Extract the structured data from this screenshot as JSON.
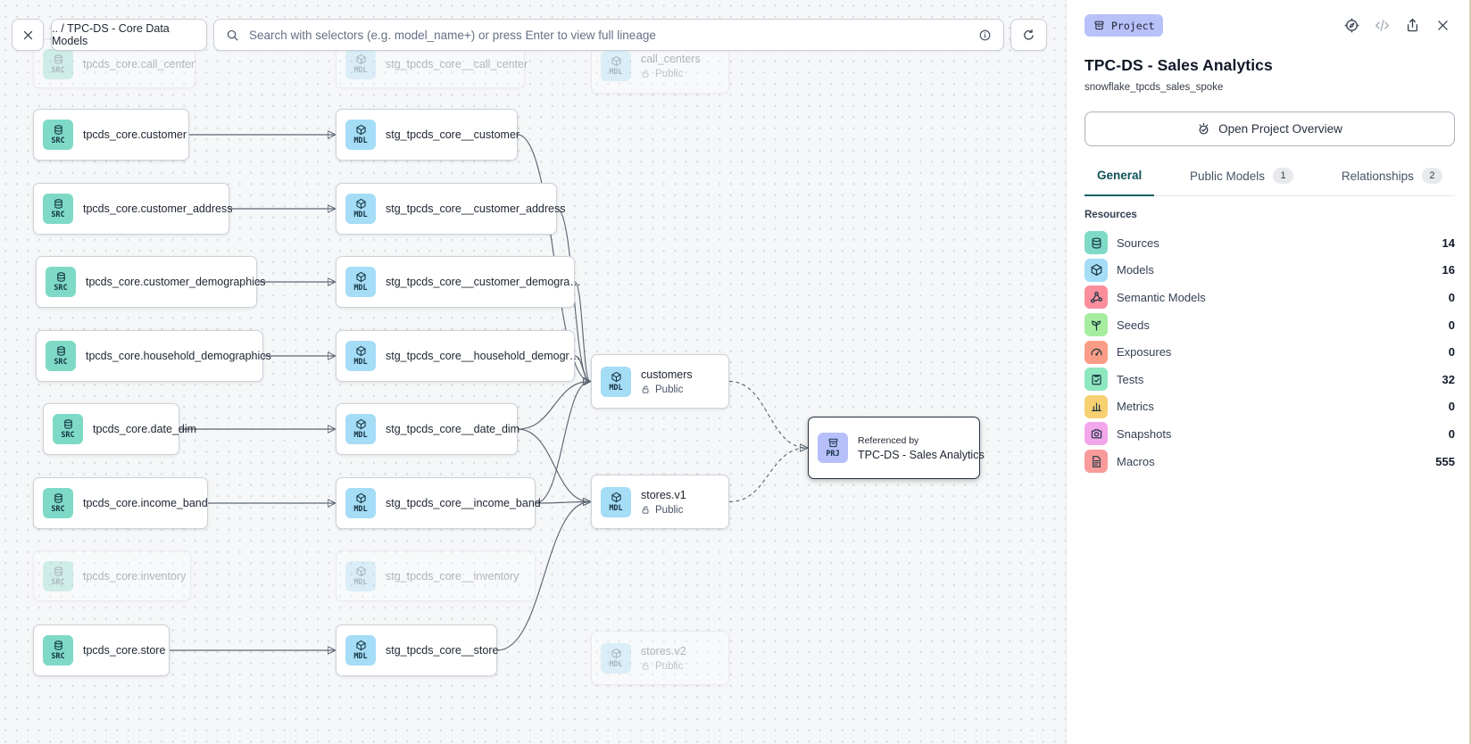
{
  "toolbar": {
    "close_icon": "close-icon",
    "breadcrumb": ".. / TPC-DS - Core Data Models",
    "search_icon": "search-icon",
    "search_placeholder": "Search with selectors (e.g. model_name+) or press Enter to view full lineage",
    "info_icon": "info-icon",
    "refresh_icon": "refresh-icon"
  },
  "panel": {
    "badge": "Project",
    "header_icons": [
      "compass-icon",
      "code-icon",
      "share-icon",
      "close-icon"
    ],
    "title": "TPC-DS - Sales Analytics",
    "subtitle": "snowflake_tpcds_sales_spoke",
    "overview_button": "Open Project Overview",
    "tabs": [
      {
        "label": "General",
        "active": true
      },
      {
        "label": "Public Models",
        "badge": "1"
      },
      {
        "label": "Relationships",
        "badge": "2"
      }
    ],
    "resources_heading": "Resources",
    "resources": [
      {
        "label": "Sources",
        "count": "14",
        "icon": "database-icon",
        "color": "#7edac7"
      },
      {
        "label": "Models",
        "count": "16",
        "icon": "cube-icon",
        "color": "#a5dcf6"
      },
      {
        "label": "Semantic Models",
        "count": "0",
        "icon": "semantic-icon",
        "color": "#fb8e9d"
      },
      {
        "label": "Seeds",
        "count": "0",
        "icon": "seed-icon",
        "color": "#a6eda0"
      },
      {
        "label": "Exposures",
        "count": "0",
        "icon": "gauge-icon",
        "color": "#fb9d86"
      },
      {
        "label": "Tests",
        "count": "32",
        "icon": "clipboard-icon",
        "color": "#8fe7c0"
      },
      {
        "label": "Metrics",
        "count": "0",
        "icon": "barchart-icon",
        "color": "#f7d072"
      },
      {
        "label": "Snapshots",
        "count": "0",
        "icon": "camera-icon",
        "color": "#f3a6eb"
      },
      {
        "label": "Macros",
        "count": "555",
        "icon": "file-icon",
        "color": "#f99b9b"
      }
    ]
  },
  "graph": {
    "type_colors": {
      "SRC": "#7edac7",
      "MDL": "#a5dcf6",
      "PRJ": "#b7bffb"
    },
    "nodes": [
      {
        "id": "src_call_center",
        "type": "SRC",
        "label": "tpcds_core.call_center",
        "faded": true
      },
      {
        "id": "src_customer",
        "type": "SRC",
        "label": "tpcds_core.customer"
      },
      {
        "id": "src_customer_address",
        "type": "SRC",
        "label": "tpcds_core.customer_address"
      },
      {
        "id": "src_customer_demographics",
        "type": "SRC",
        "label": "tpcds_core.customer_demographics"
      },
      {
        "id": "src_household_demographics",
        "type": "SRC",
        "label": "tpcds_core.household_demographics"
      },
      {
        "id": "src_date_dim",
        "type": "SRC",
        "label": "tpcds_core.date_dim"
      },
      {
        "id": "src_income_band",
        "type": "SRC",
        "label": "tpcds_core.income_band"
      },
      {
        "id": "src_inventory",
        "type": "SRC",
        "label": "tpcds_core.inventory",
        "faded": true
      },
      {
        "id": "src_store",
        "type": "SRC",
        "label": "tpcds_core.store"
      },
      {
        "id": "stg_call_center",
        "type": "MDL",
        "label": "stg_tpcds_core__call_center",
        "faded": true
      },
      {
        "id": "stg_customer",
        "type": "MDL",
        "label": "stg_tpcds_core__customer"
      },
      {
        "id": "stg_customer_address",
        "type": "MDL",
        "label": "stg_tpcds_core__customer_address"
      },
      {
        "id": "stg_customer_demographics",
        "type": "MDL",
        "label": "stg_tpcds_core__customer_demogra…"
      },
      {
        "id": "stg_household_demographics",
        "type": "MDL",
        "label": "stg_tpcds_core__household_demogr…"
      },
      {
        "id": "stg_date_dim",
        "type": "MDL",
        "label": "stg_tpcds_core__date_dim"
      },
      {
        "id": "stg_income_band",
        "type": "MDL",
        "label": "stg_tpcds_core__income_band"
      },
      {
        "id": "stg_inventory",
        "type": "MDL",
        "label": "stg_tpcds_core__inventory",
        "faded": true
      },
      {
        "id": "stg_store",
        "type": "MDL",
        "label": "stg_tpcds_core__store"
      },
      {
        "id": "call_centers",
        "type": "MDL",
        "label": "call_centers",
        "badge": "Public",
        "faded": true
      },
      {
        "id": "customers",
        "type": "MDL",
        "label": "customers",
        "badge": "Public"
      },
      {
        "id": "stores_v1",
        "type": "MDL",
        "label": "stores.v1",
        "badge": "Public"
      },
      {
        "id": "stores_v2",
        "type": "MDL",
        "label": "stores.v2",
        "badge": "Public",
        "faded": true
      },
      {
        "id": "project_ref",
        "type": "PRJ",
        "kicker": "Referenced by",
        "label": "TPC-DS - Sales Analytics",
        "selected": true
      }
    ],
    "edges": [
      {
        "from": "src_customer",
        "to": "stg_customer"
      },
      {
        "from": "src_customer_address",
        "to": "stg_customer_address"
      },
      {
        "from": "src_customer_demographics",
        "to": "stg_customer_demographics"
      },
      {
        "from": "src_household_demographics",
        "to": "stg_household_demographics"
      },
      {
        "from": "src_date_dim",
        "to": "stg_date_dim"
      },
      {
        "from": "src_income_band",
        "to": "stg_income_band"
      },
      {
        "from": "src_store",
        "to": "stg_store"
      },
      {
        "from": "stg_customer",
        "to": "customers"
      },
      {
        "from": "stg_customer_address",
        "to": "customers"
      },
      {
        "from": "stg_customer_demographics",
        "to": "customers"
      },
      {
        "from": "stg_household_demographics",
        "to": "customers"
      },
      {
        "from": "stg_date_dim",
        "to": "customers"
      },
      {
        "from": "stg_income_band",
        "to": "customers"
      },
      {
        "from": "stg_date_dim",
        "to": "stores_v1"
      },
      {
        "from": "stg_income_band",
        "to": "stores_v1"
      },
      {
        "from": "stg_store",
        "to": "stores_v1"
      },
      {
        "from": "customers",
        "to": "project_ref",
        "style": "dashed"
      },
      {
        "from": "stores_v1",
        "to": "project_ref",
        "style": "dashed"
      }
    ]
  }
}
